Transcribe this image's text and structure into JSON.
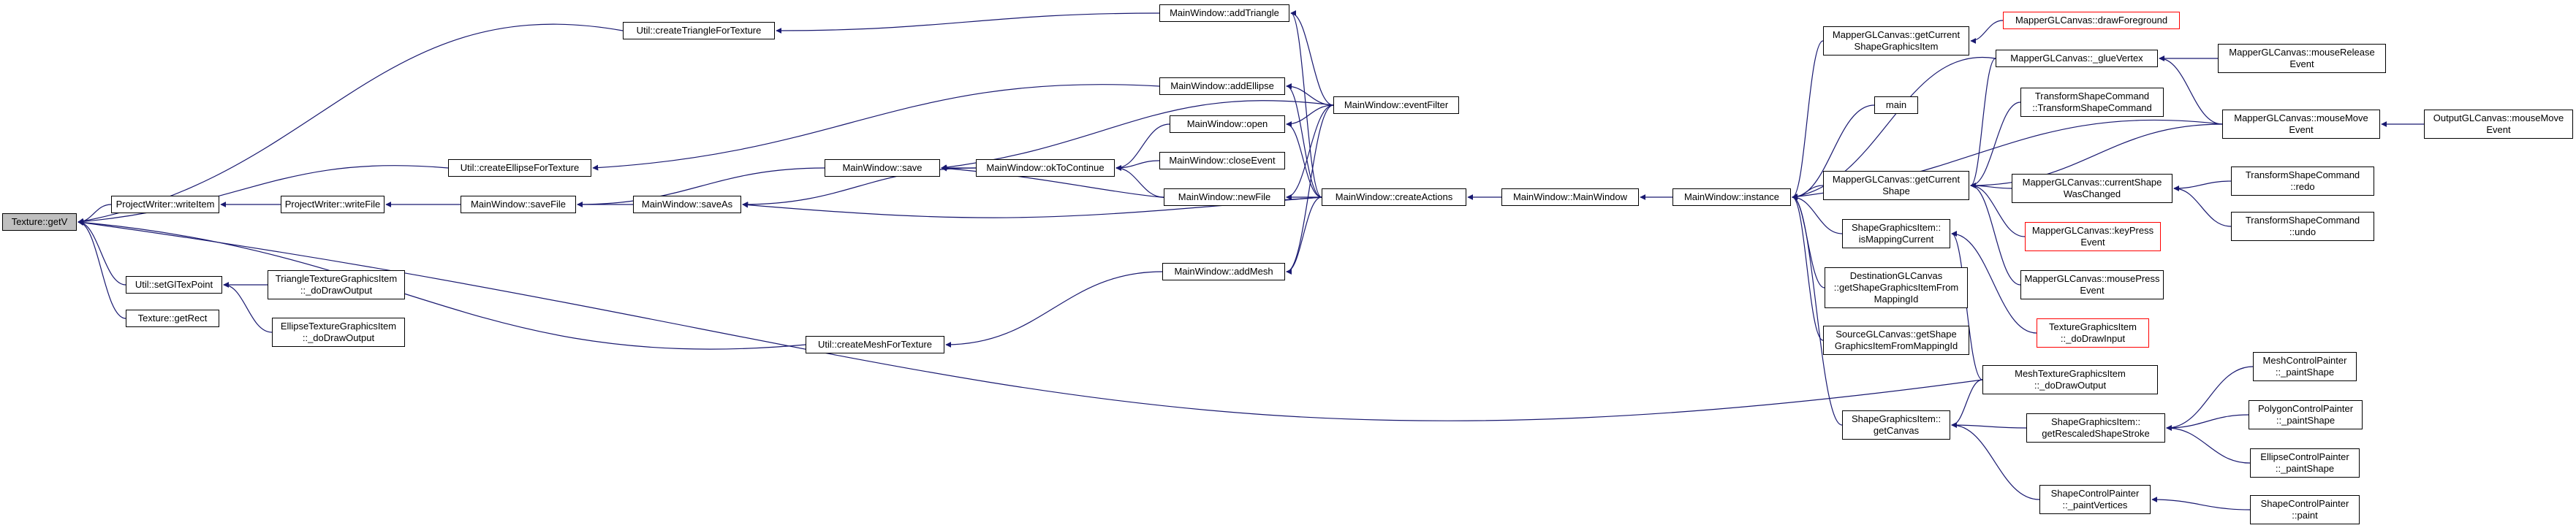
{
  "colors": {
    "edge": "#191970",
    "node_border": "#000000",
    "missing_border": "#ff0000",
    "root_fill": "#bfbfbf"
  },
  "nodes": {
    "texture_getv": "Texture::getV",
    "projectwriter_writeitem": "ProjectWriter::writeItem",
    "projectwriter_writefile": "ProjectWriter::writeFile",
    "util_setgltexpoint": "Util::setGlTexPoint",
    "texture_getrect": "Texture::getRect",
    "triangle_dodrawoutput": "TriangleTextureGraphicsItem\n::_doDrawOutput",
    "ellipse_dodrawoutput": "EllipseTextureGraphicsItem\n::_doDrawOutput",
    "util_createtriangle": "Util::createTriangleForTexture",
    "util_createellipse": "Util::createEllipseForTexture",
    "util_createmesh": "Util::createMeshForTexture",
    "mw_savefile": "MainWindow::saveFile",
    "mw_saveas": "MainWindow::saveAs",
    "mw_save": "MainWindow::save",
    "mw_oktocontinue": "MainWindow::okToContinue",
    "mw_addtriangle": "MainWindow::addTriangle",
    "mw_addellipse": "MainWindow::addEllipse",
    "mw_open": "MainWindow::open",
    "mw_closeevent": "MainWindow::closeEvent",
    "mw_newfile": "MainWindow::newFile",
    "mw_addmesh": "MainWindow::addMesh",
    "mw_eventfilter": "MainWindow::eventFilter",
    "mw_createactions": "MainWindow::createActions",
    "mw_mainwindow": "MainWindow::MainWindow",
    "mw_instance": "MainWindow::instance",
    "canvas_getcurrentshapegraphicsitem": "MapperGLCanvas::getCurrent\nShapeGraphicsItem",
    "main": "main",
    "canvas_getcurrentshape": "MapperGLCanvas::getCurrent\nShape",
    "sgi_ismappingcurrent": "ShapeGraphicsItem::\nisMappingCurrent",
    "dest_getshapegraphicsitem": "DestinationGLCanvas\n::getShapeGraphicsItemFrom\nMappingId",
    "source_getshapegraphicsitem": "SourceGLCanvas::getShape\nGraphicsItemFromMappingId",
    "sgi_getcanvas": "ShapeGraphicsItem::\ngetCanvas",
    "canvas_drawforeground": "MapperGLCanvas::drawForeground",
    "canvas_gluevertex": "MapperGLCanvas::_glueVertex",
    "transformshapecommand_ctor": "TransformShapeCommand\n::TransformShapeCommand",
    "canvas_currentshapewaschanged": "MapperGLCanvas::currentShape\nWasChanged",
    "canvas_keypress": "MapperGLCanvas::keyPress\nEvent",
    "canvas_mousepress": "MapperGLCanvas::mousePress\nEvent",
    "texturegi_dodrawinput": "TextureGraphicsItem\n::_doDrawInput",
    "meshtexture_dodrawoutput": "MeshTextureGraphicsItem\n::_doDrawOutput",
    "sgi_getrescaledshapestroke": "ShapeGraphicsItem::\ngetRescaledShapeStroke",
    "shapecontrolpainter_paintvertices": "ShapeControlPainter\n::_paintVertices",
    "canvas_mousereleaseevent": "MapperGLCanvas::mouseRelease\nEvent",
    "canvas_mousemoveevent": "MapperGLCanvas::mouseMove\nEvent",
    "outputcanvas_mousemoveevent": "OutputGLCanvas::mouseMove\nEvent",
    "tsc_redo": "TransformShapeCommand\n::redo",
    "tsc_undo": "TransformShapeCommand\n::undo",
    "meshcontrolpainter_paintshape": "MeshControlPainter\n::_paintShape",
    "polygoncontrolpainter_paintshape": "PolygonControlPainter\n::_paintShape",
    "ellipsecontrolpainter_paintshape": "EllipseControlPainter\n::_paintShape",
    "shapecontrolpainter_paint": "ShapeControlPainter\n::paint"
  }
}
